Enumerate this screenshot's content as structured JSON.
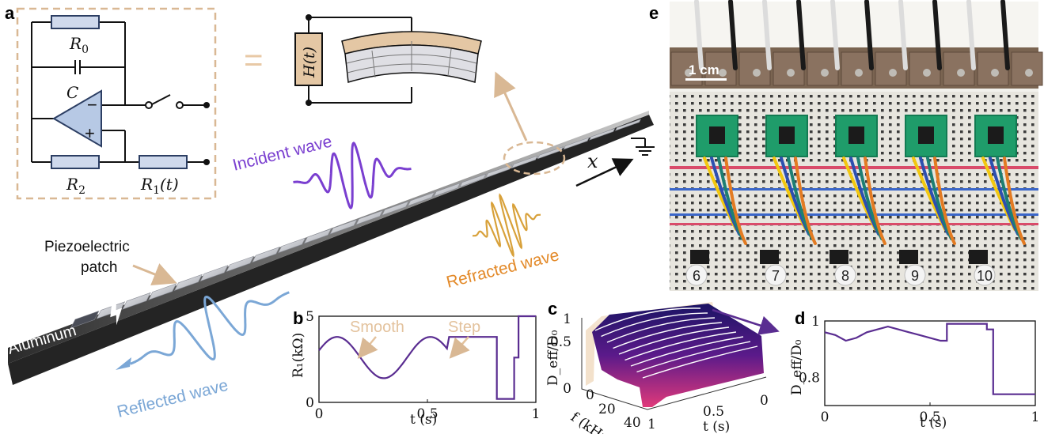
{
  "panels": {
    "a": "a",
    "b": "b",
    "c": "c",
    "d": "d",
    "e": "e"
  },
  "panel_a": {
    "r0": "R",
    "r0_sub": "0",
    "c": "C",
    "r2": "R",
    "r2_sub": "2",
    "r1": "R",
    "r1_sub": "1",
    "r1_arg": "(t)",
    "minus": "−",
    "plus": "+",
    "equals": "=",
    "ht": "H(t)",
    "incident": "Incident wave",
    "refracted": "Refracted wave",
    "reflected": "Reflected wave",
    "piezo_line1": "Piezoelectric",
    "piezo_line2": "patch",
    "aluminum": "Aluminum",
    "x": "x"
  },
  "panel_e": {
    "scale": "1 cm",
    "labels": [
      "6",
      "7",
      "8",
      "9",
      "10"
    ]
  },
  "colors": {
    "purple": "#5a2d91",
    "incident": "#7a3fd0",
    "refracted": "#e38a2a",
    "reflected": "#7ba7d6",
    "tan": "#e8c9a6",
    "dash": "#d9b894"
  },
  "chart_data": [
    {
      "id": "b",
      "type": "line",
      "annotations": [
        "Smooth",
        "Step"
      ],
      "ylabel": "R₁(kΩ)",
      "xlabel": "t (s)",
      "xlim": [
        0,
        1
      ],
      "ylim": [
        0,
        5
      ],
      "xticks": [
        "0",
        "0.5",
        "1"
      ],
      "yticks": [
        "0",
        "5"
      ],
      "series": [
        {
          "x": [
            0,
            0.05,
            0.1,
            0.15,
            0.2,
            0.25,
            0.3,
            0.35,
            0.4,
            0.45,
            0.5,
            0.55,
            0.6,
            0.65,
            0.7,
            0.75,
            0.82,
            0.82,
            0.9,
            0.9,
            0.92,
            0.92,
            1.0
          ],
          "y": [
            2.7,
            3.4,
            3.8,
            3.6,
            2.9,
            2.0,
            1.5,
            1.6,
            2.2,
            3.0,
            3.6,
            3.8,
            3.8,
            3.8,
            3.8,
            3.8,
            3.8,
            0.2,
            0.2,
            2.6,
            2.6,
            5.0,
            5.0
          ]
        }
      ]
    },
    {
      "id": "c",
      "type": "surface",
      "zlabel": "D_eff/D₀",
      "xlabel": "f (kHz)",
      "ylabel": "t (s)",
      "zticks": [
        "1",
        "0.5",
        "0"
      ],
      "xticks": [
        "0",
        "20",
        "40"
      ],
      "yticks": [
        "1",
        "0.5",
        "0"
      ]
    },
    {
      "id": "d",
      "type": "line",
      "ylabel": "D_eff/D₀",
      "xlabel": "t (s)",
      "xlim": [
        0,
        1
      ],
      "ylim": [
        0.7,
        1.0
      ],
      "xticks": [
        "0",
        "0.5",
        "1"
      ],
      "yticks": [
        "1",
        "0.8"
      ],
      "series": [
        {
          "x": [
            0,
            0.05,
            0.1,
            0.15,
            0.2,
            0.25,
            0.3,
            0.35,
            0.4,
            0.45,
            0.5,
            0.55,
            0.58,
            0.58,
            0.77,
            0.77,
            0.8,
            0.8,
            1.0
          ],
          "y": [
            0.96,
            0.95,
            0.93,
            0.94,
            0.96,
            0.97,
            0.98,
            0.97,
            0.96,
            0.95,
            0.94,
            0.93,
            0.93,
            0.99,
            0.99,
            0.97,
            0.97,
            0.74,
            0.74
          ]
        }
      ]
    }
  ]
}
